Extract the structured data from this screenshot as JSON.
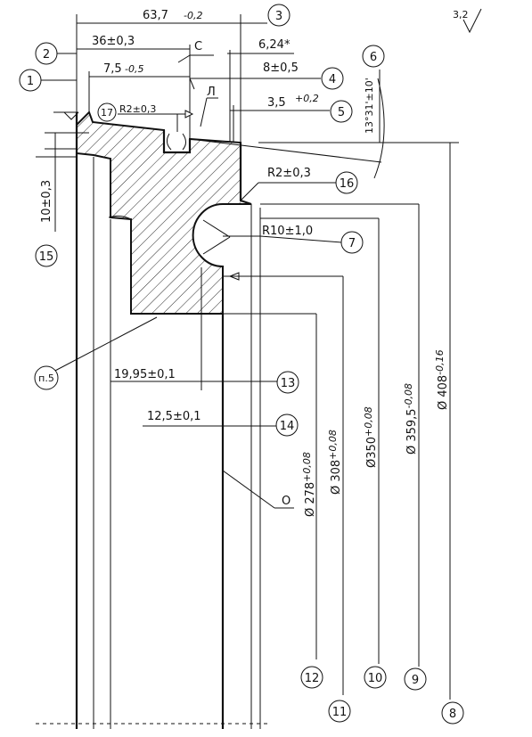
{
  "surface_finish": "3,2",
  "dimensions": {
    "d_63_7": "63,7",
    "d_63_7_tol": "-0,2",
    "d_36": "36±0,3",
    "d_7_5": "7,5",
    "d_7_5_tol": "-0,5",
    "d_6_24": "6,24*",
    "d_8": "8±0,5",
    "d_3_5": "3,5",
    "d_3_5_tol": "+0,2",
    "angle": "13°31'±10'",
    "r2_top": "R2±0,3",
    "r2_side": "R2±0,3",
    "r10": "R10±1,0",
    "d_10": "10±0,3",
    "d_19_95": "19,95±0,1",
    "d_12_5": "12,5±0,1",
    "dia_278": "Ø 278",
    "dia_278_tol": "+0,08",
    "dia_308": "Ø 308",
    "dia_308_tol": "+0,08",
    "dia_350": "Ø350",
    "dia_350_tol": "+0,08",
    "dia_359_5": "Ø 359,5",
    "dia_359_5_tol": "-0,08",
    "dia_408": "Ø 408",
    "dia_408_tol": "-0,16"
  },
  "letters": {
    "c": "C",
    "l": "Л",
    "o": "O"
  },
  "callouts": {
    "n1": "1",
    "n2": "2",
    "n3": "3",
    "n4": "4",
    "n5": "5",
    "n6": "6",
    "n7": "7",
    "n8": "8",
    "n9": "9",
    "n10": "10",
    "n11": "11",
    "n12": "12",
    "n13": "13",
    "n14": "14",
    "n15": "15",
    "n16": "16",
    "n17": "17",
    "p5": "п.5"
  }
}
